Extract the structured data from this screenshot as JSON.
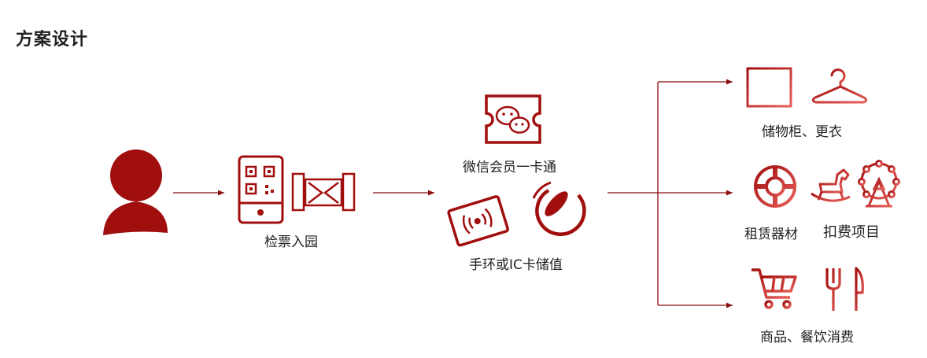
{
  "title": "方案设计",
  "labels": {
    "entry": "检票入园",
    "wechat": "微信会员一卡通",
    "card": "手环或IC卡储值",
    "locker": "储物柜、更衣",
    "rental": "租赁器材",
    "deduct": "扣费项目",
    "shop": "商品、餐饮消费"
  },
  "colors": {
    "primary": "#a10e0e",
    "accent": "#e0504a",
    "line": "#8b0f0f"
  },
  "icons": [
    "person-icon",
    "qr-phone-icon",
    "turnstile-icon",
    "wechat-ticket-icon",
    "ic-card-icon",
    "wristband-icon",
    "locker-icon",
    "hanger-icon",
    "lifebuoy-icon",
    "rocking-horse-icon",
    "ferris-wheel-icon",
    "shopping-cart-icon",
    "fork-knife-icon"
  ]
}
